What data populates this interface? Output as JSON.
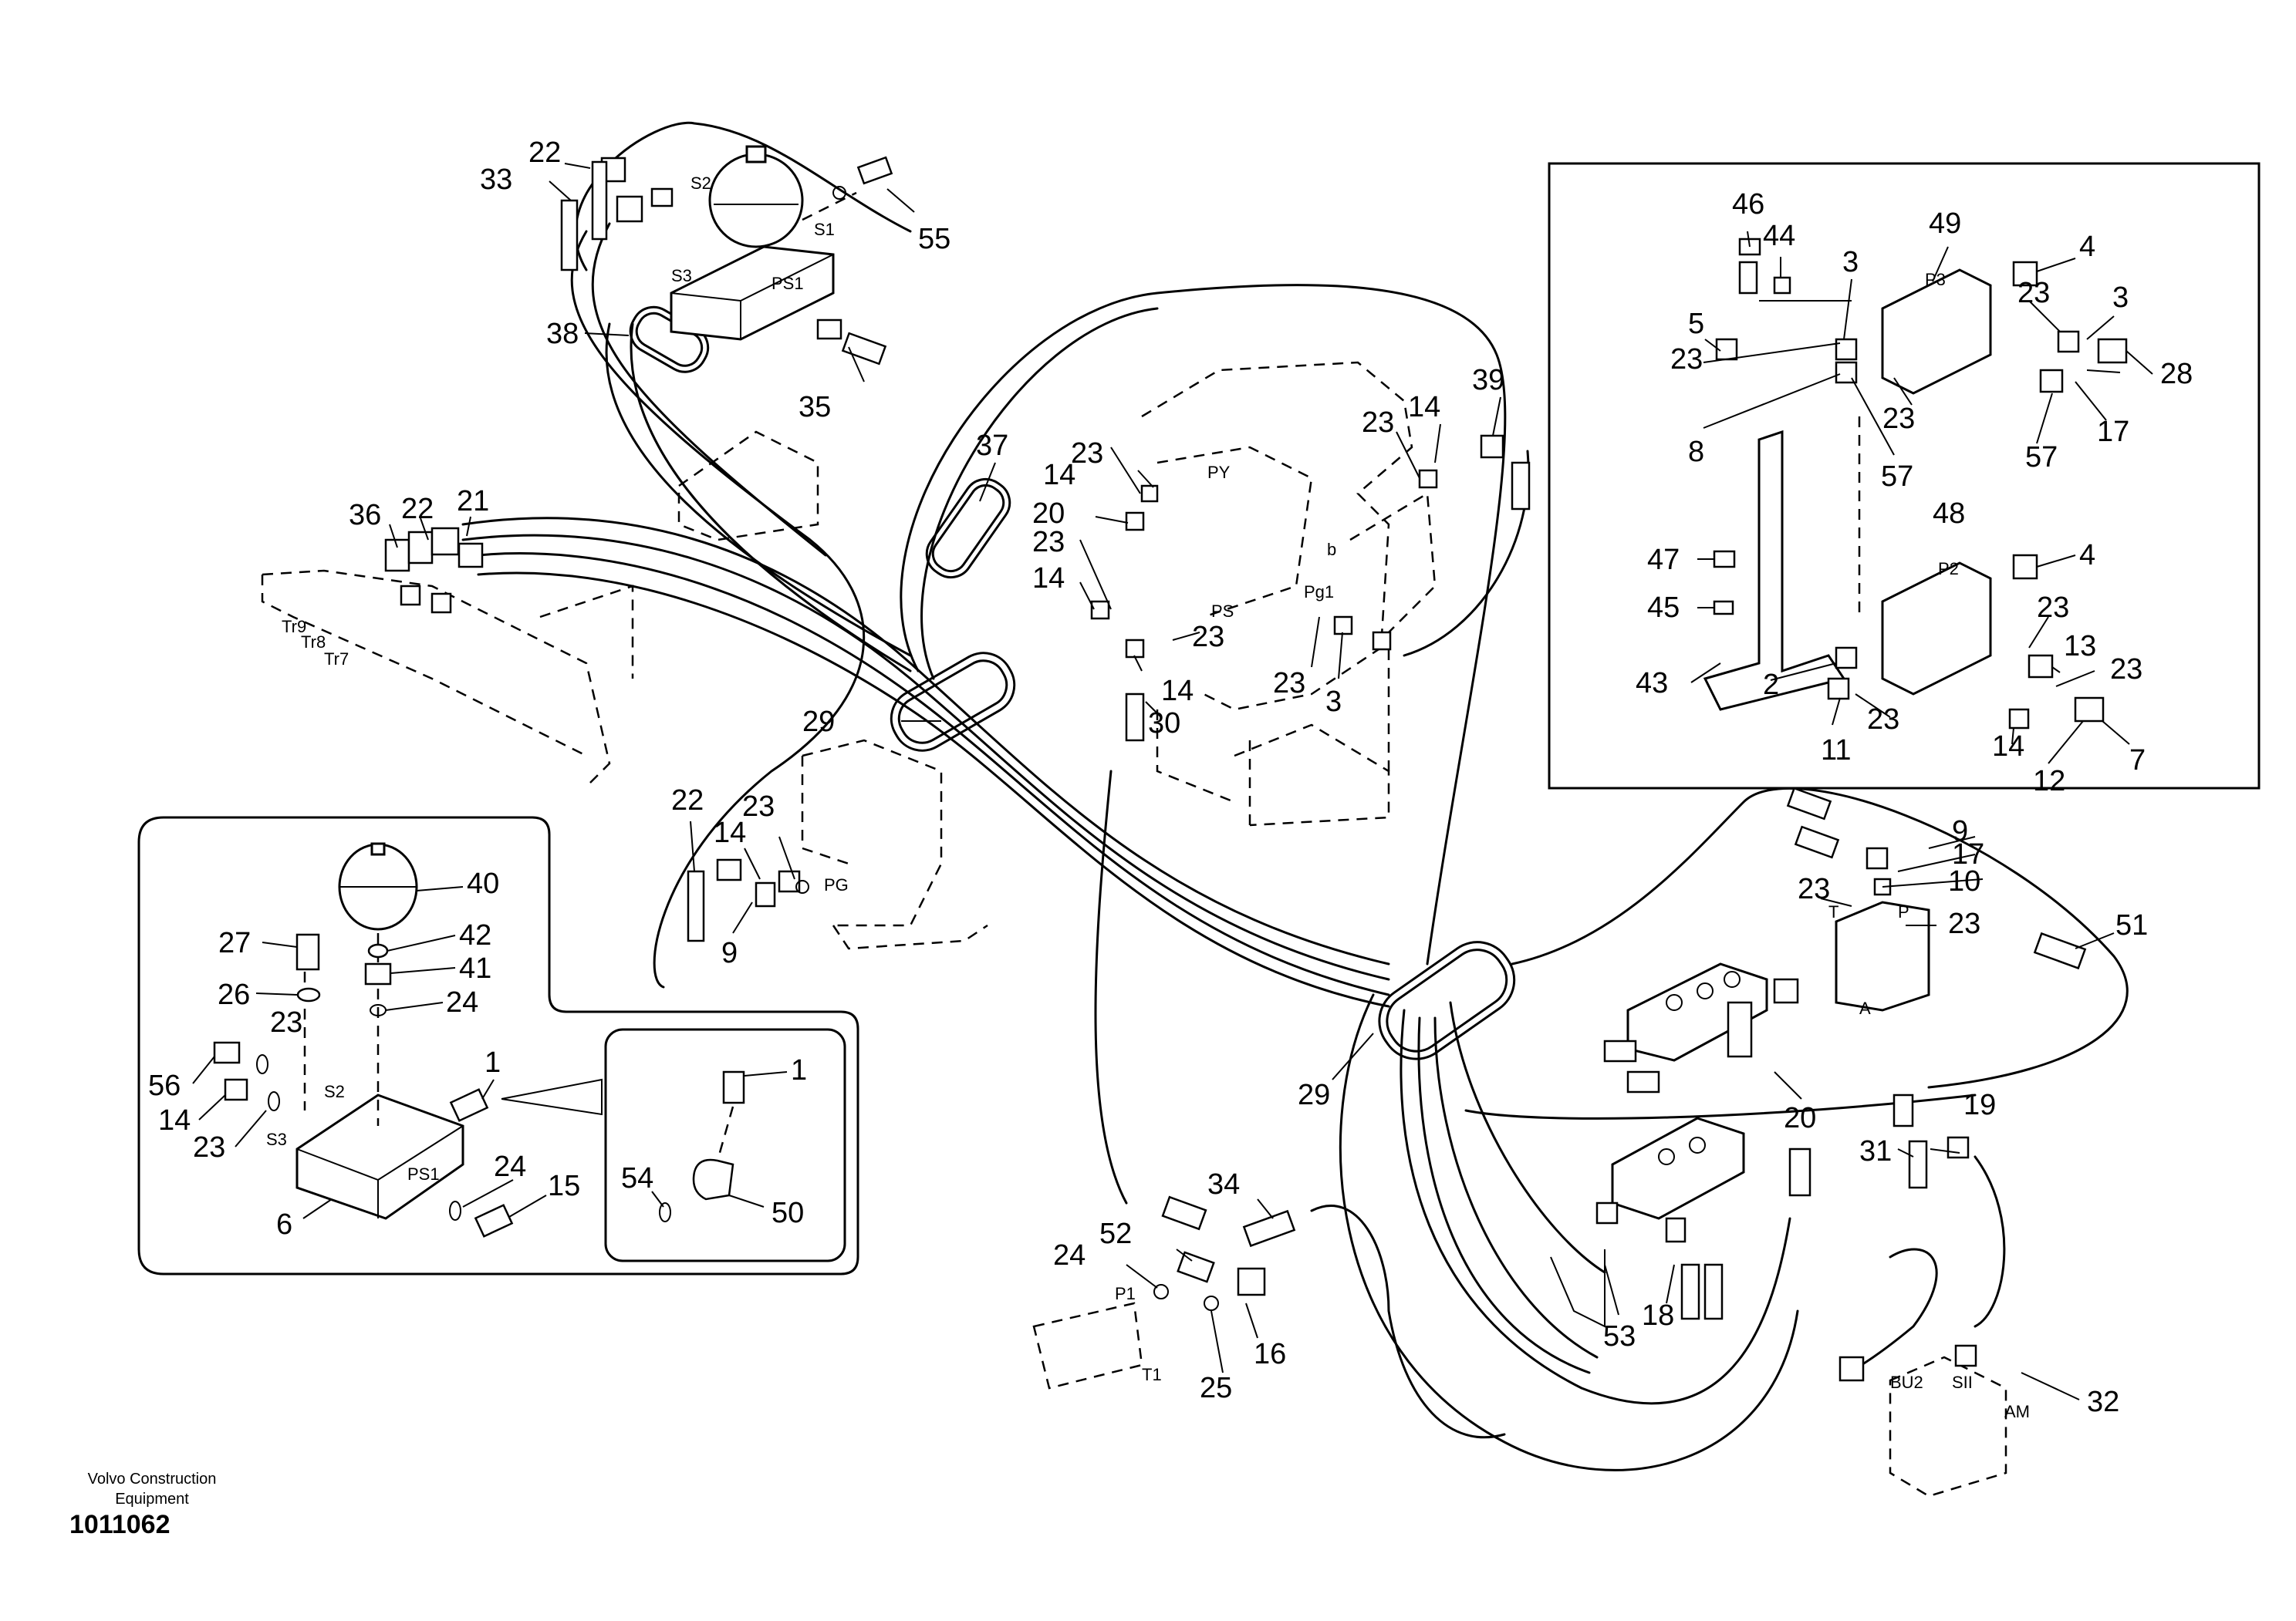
{
  "page": {
    "company": "Volvo Construction Equipment",
    "document_number": "1011062"
  },
  "port_labels": {
    "s1": "S1",
    "s2": "S2",
    "s3": "S3",
    "ps1": "PS1",
    "py": "PY",
    "ps": "PS",
    "pg1": "Pg1",
    "pg": "PG",
    "b": "b",
    "tr7": "Tr7",
    "tr8": "Tr8",
    "tr9": "Tr9",
    "p1": "P1",
    "t1": "T1",
    "t": "T",
    "p": "P",
    "a": "A",
    "p2": "P2",
    "p3": "P3",
    "bu2": "BU2",
    "sii": "SII",
    "am": "AM",
    "inset_s2": "S2",
    "inset_s3": "S3",
    "inset_ps1": "PS1"
  },
  "callouts": {
    "c1": "1",
    "c2": "2",
    "c3a": "3",
    "c3b": "3",
    "c3c": "3",
    "c4a": "4",
    "c4b": "4",
    "c5": "5",
    "c6": "6",
    "c7": "7",
    "c8": "8",
    "c9a": "9",
    "c9b": "9",
    "c10": "10",
    "c11": "11",
    "c12": "12",
    "c13": "13",
    "c14a": "14",
    "c14b": "14",
    "c14c": "14",
    "c14d": "14",
    "c14e": "14",
    "c14f": "14",
    "c14g": "14",
    "c15": "15",
    "c16": "16",
    "c17a": "17",
    "c17b": "17",
    "c18": "18",
    "c19": "19",
    "c20a": "20",
    "c20b": "20",
    "c21": "21",
    "c22a": "22",
    "c22b": "22",
    "c22c": "22",
    "c23a": "23",
    "c23b": "23",
    "c23c": "23",
    "c23d": "23",
    "c23e": "23",
    "c23f": "23",
    "c23g": "23",
    "c23h": "23",
    "c23i": "23",
    "c23j": "23",
    "c23k": "23",
    "c23l": "23",
    "c23m": "23",
    "c23n": "23",
    "c23o": "23",
    "c23p": "23",
    "c23q": "23",
    "c24a": "24",
    "c24b": "24",
    "c24c": "24",
    "c25": "25",
    "c26": "26",
    "c27": "27",
    "c28": "28",
    "c29a": "29",
    "c29b": "29",
    "c30": "30",
    "c31": "31",
    "c32": "32",
    "c33": "33",
    "c34": "34",
    "c35": "35",
    "c36": "36",
    "c37": "37",
    "c38": "38",
    "c39": "39",
    "c40": "40",
    "c41": "41",
    "c42": "42",
    "c43": "43",
    "c44": "44",
    "c45": "45",
    "c46": "46",
    "c47": "47",
    "c48": "48",
    "c49": "49",
    "c50": "50",
    "c51": "51",
    "c52": "52",
    "c53": "53",
    "c54": "54",
    "c55": "55",
    "c56": "56",
    "c57a": "57",
    "c57b": "57",
    "c1b": "1"
  }
}
